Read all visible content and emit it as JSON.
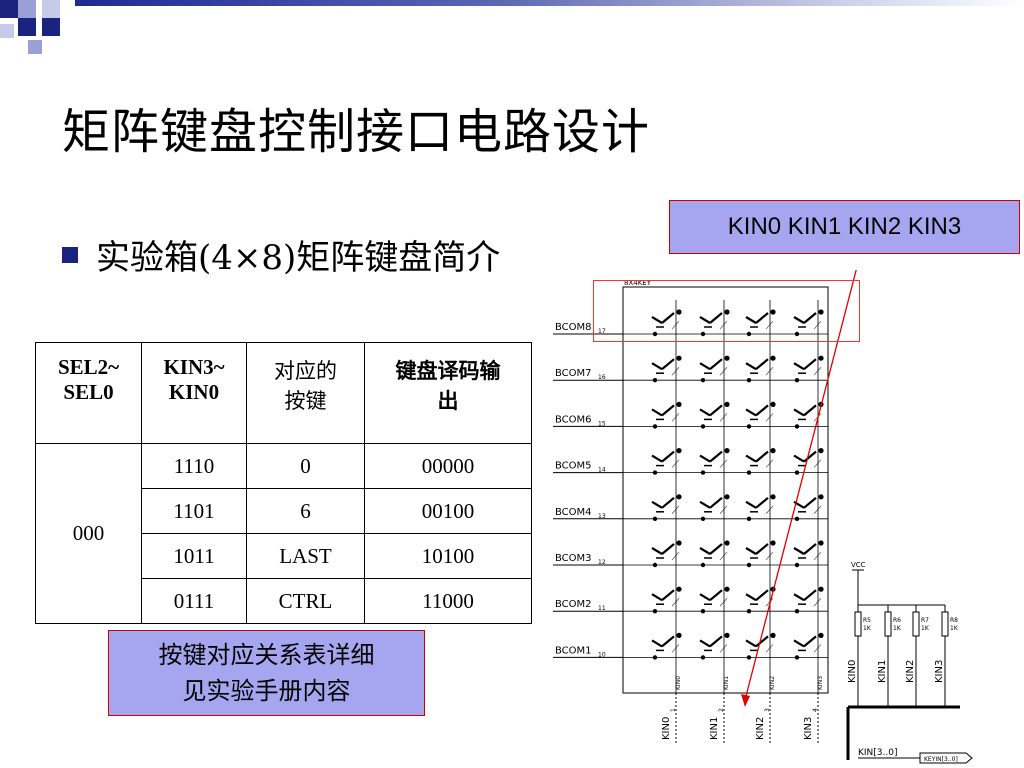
{
  "slide": {
    "title": "矩阵键盘控制接口电路设计",
    "bullet": "实验箱(4×8)矩阵键盘简介",
    "kin_callout": "KIN0 KIN1 KIN2 KIN3",
    "note_line1": "按键对应关系表详细",
    "note_line2": "见实验手册内容"
  },
  "table": {
    "headers": [
      "SEL2~\nSEL0",
      "KIN3~\nKIN0",
      "对应的\n按键",
      "键盘译码输\n出"
    ],
    "sel": "000",
    "rows": [
      {
        "kin": "1110",
        "key": "0",
        "out": "00000"
      },
      {
        "kin": "1101",
        "key": "6",
        "out": "00100"
      },
      {
        "kin": "1011",
        "key": "LAST",
        "out": "10100"
      },
      {
        "kin": "0111",
        "key": "CTRL",
        "out": "11000"
      }
    ]
  },
  "schematic": {
    "part": "8X4KEY",
    "rows": [
      "BCOM8",
      "BCOM7",
      "BCOM6",
      "BCOM5",
      "BCOM4",
      "BCOM3",
      "BCOM2",
      "BCOM1"
    ],
    "row_pins": [
      "17",
      "16",
      "15",
      "14",
      "13",
      "12",
      "11",
      "10"
    ],
    "col_labels": [
      "KIN0",
      "KIN1",
      "KIN2",
      "KIN3"
    ],
    "col_subs": [
      "1",
      "2",
      "3",
      "4"
    ],
    "pullups": [
      "R5",
      "R6",
      "R7",
      "R8"
    ],
    "pullup_value": "1K",
    "vcc": "VCC",
    "bus": "KIN[3..0]",
    "bus_tag": "KEYIN[3..0]"
  },
  "colors": {
    "accent": "#1a237e",
    "callout_bg": "#a6a6f0",
    "callout_border": "#cc0000"
  }
}
